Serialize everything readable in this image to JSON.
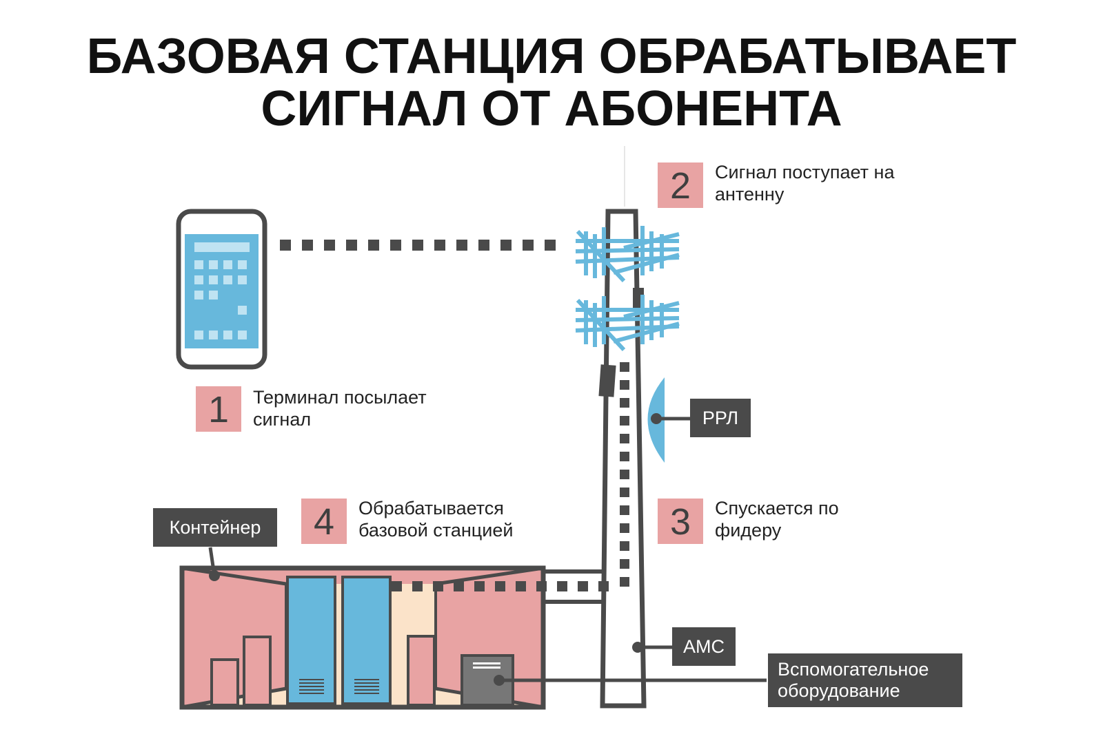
{
  "title": {
    "line1": "БАЗОВАЯ СТАНЦИЯ ОБРАБАТЫВАЕТ",
    "line2": "СИГНАЛ ОТ АБОНЕНТА"
  },
  "steps": [
    {
      "number": "1",
      "line1": "Терминал посылает",
      "line2": "сигнал"
    },
    {
      "number": "2",
      "line1": "Сигнал поступает на",
      "line2": "антенну"
    },
    {
      "number": "3",
      "line1": "Спускается по",
      "line2": "фидеру"
    },
    {
      "number": "4",
      "line1": "Обрабатывается",
      "line2": "базовой станцией"
    }
  ],
  "labels": {
    "rrl": "РРЛ",
    "ams": "АМС",
    "container": "Контейнер",
    "aux_line1": "Вспомогательное",
    "aux_line2": "оборудование"
  },
  "colors": {
    "pink": "#e8a3a3",
    "blue": "#67b8dc",
    "cream": "#fbe3c9",
    "dark": "#4a4a4a",
    "label_bg": "#4a4a4a",
    "text": "#111111"
  }
}
